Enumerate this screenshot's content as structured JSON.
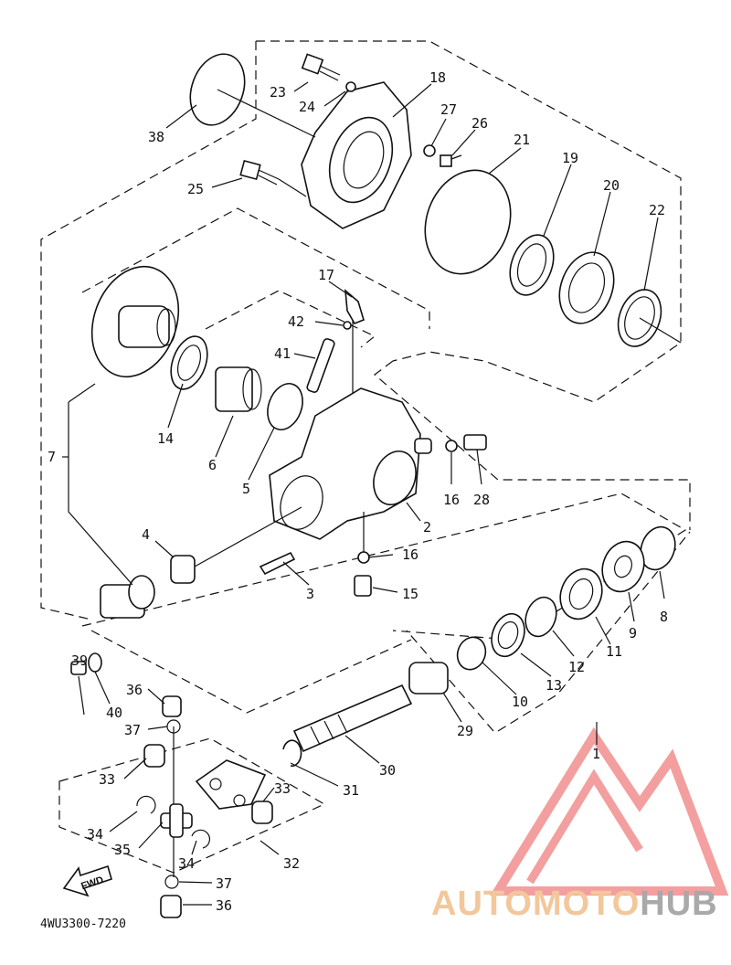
{
  "diagram": {
    "doc_code": "4WU3300-7220",
    "fwd_label": "FWD",
    "watermark": {
      "brand_a": "AUTO",
      "brand_b": "MOTO",
      "brand_c": "HUB",
      "color_a": "#f2c79c",
      "color_c": "#a9a9a9",
      "logo_color": "#f08080"
    },
    "labels": {
      "l1": "1",
      "l2": "2",
      "l3": "3",
      "l4": "4",
      "l5": "5",
      "l6": "6",
      "l7": "7",
      "l8": "8",
      "l9": "9",
      "l10": "10",
      "l11": "11",
      "l12": "12",
      "l13": "13",
      "l14": "14",
      "l15": "15",
      "l16a": "16",
      "l16b": "16",
      "l17": "17",
      "l18": "18",
      "l19": "19",
      "l20": "20",
      "l21": "21",
      "l22": "22",
      "l23": "23",
      "l24": "24",
      "l25": "25",
      "l26": "26",
      "l27": "27",
      "l28": "28",
      "l29": "29",
      "l30": "30",
      "l31": "31",
      "l32": "32",
      "l33a": "33",
      "l33b": "33",
      "l34a": "34",
      "l34b": "34",
      "l35": "35",
      "l36a": "36",
      "l36b": "36",
      "l37a": "37",
      "l37b": "37",
      "l38": "38",
      "l39": "39",
      "l40": "40",
      "l41": "41",
      "l42": "42"
    }
  }
}
